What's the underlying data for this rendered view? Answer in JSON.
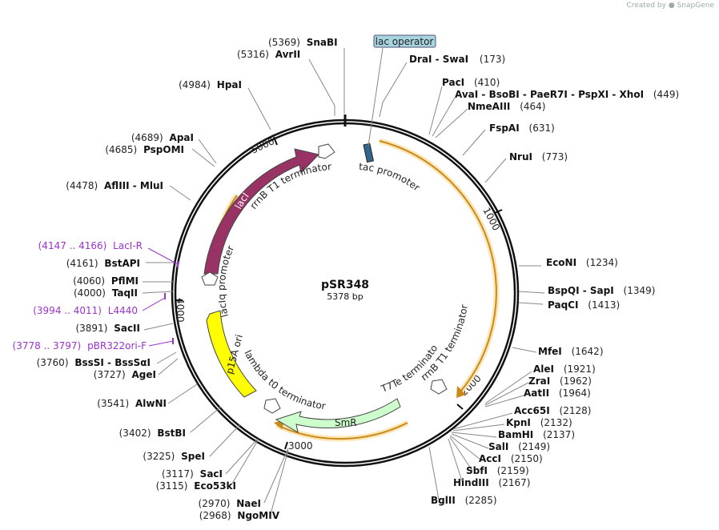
{
  "header": {
    "credit_prefix": "Created by",
    "credit_brand": "SnapGene"
  },
  "plasmid": {
    "name": "pSR348",
    "length_label": "5378 bp",
    "length": 5378
  },
  "ticks": [
    "1000",
    "2000",
    "3000",
    "4000",
    "5000"
  ],
  "operator_label": "lac operator",
  "sites": [
    {
      "pos": "(5369)",
      "names": "SnaBI"
    },
    {
      "pos": "(5316)",
      "names": "AvrII"
    },
    {
      "pos": "(173)",
      "names": "DraI  -  SwaI"
    },
    {
      "pos": "(410)",
      "names": "PacI"
    },
    {
      "pos": "(449)",
      "names": "AvaI  -  BsoBI  -  PaeR7I  -  PspXI  -  XhoI"
    },
    {
      "pos": "(464)",
      "names": "NmeAIII"
    },
    {
      "pos": "(631)",
      "names": "FspAI"
    },
    {
      "pos": "(773)",
      "names": "NruI"
    },
    {
      "pos": "(1234)",
      "names": "EcoNI"
    },
    {
      "pos": "(1349)",
      "names": "BspQI  -  SapI"
    },
    {
      "pos": "(1413)",
      "names": "PaqCI"
    },
    {
      "pos": "(1642)",
      "names": "MfeI"
    },
    {
      "pos": "(1921)",
      "names": "AleI"
    },
    {
      "pos": "(1962)",
      "names": "ZraI"
    },
    {
      "pos": "(1964)",
      "names": "AatII"
    },
    {
      "pos": "(2128)",
      "names": "Acc65I"
    },
    {
      "pos": "(2132)",
      "names": "KpnI"
    },
    {
      "pos": "(2137)",
      "names": "BamHI"
    },
    {
      "pos": "(2149)",
      "names": "SalI"
    },
    {
      "pos": "(2150)",
      "names": "AccI"
    },
    {
      "pos": "(2159)",
      "names": "SbfI"
    },
    {
      "pos": "(2167)",
      "names": "HindIII"
    },
    {
      "pos": "(2285)",
      "names": "BglII"
    },
    {
      "pos": "(4984)",
      "names": "HpaI"
    },
    {
      "pos": "(4689)",
      "names": "ApaI"
    },
    {
      "pos": "(4685)",
      "names": "PspOMI"
    },
    {
      "pos": "(4478)",
      "names": "AflIII  -  MluI"
    },
    {
      "pos": "(4161)",
      "names": "BstAPI"
    },
    {
      "pos": "(4060)",
      "names": "PflMI"
    },
    {
      "pos": "(4000)",
      "names": "TaqII"
    },
    {
      "pos": "(3891)",
      "names": "SacII"
    },
    {
      "pos": "(3760)",
      "names": "BssSI  -  BssSαI"
    },
    {
      "pos": "(3727)",
      "names": "AgeI"
    },
    {
      "pos": "(3541)",
      "names": "AlwNI"
    },
    {
      "pos": "(3402)",
      "names": "BstBI"
    },
    {
      "pos": "(3225)",
      "names": "SpeI"
    },
    {
      "pos": "(3117)",
      "names": "SacI"
    },
    {
      "pos": "(3115)",
      "names": "Eco53kI"
    },
    {
      "pos": "(2970)",
      "names": "NaeI"
    },
    {
      "pos": "(2968)",
      "names": "NgoMIV"
    }
  ],
  "primers": [
    {
      "range": "(4147 .. 4166)",
      "name": "LacI-R"
    },
    {
      "range": "(3994 .. 4011)",
      "name": "L4440"
    },
    {
      "range": "(3778 .. 3797)",
      "name": "pBR322ori-F"
    }
  ],
  "features": [
    {
      "name": "lacI",
      "color": "#993366"
    },
    {
      "name": "p15A ori",
      "color": "#ffff00"
    },
    {
      "name": "SmR",
      "color": "#ccffcc"
    },
    {
      "name": "rrnB T1 terminator",
      "color": "#ffffff"
    },
    {
      "name": "tac promoter",
      "color": "#ffffff"
    },
    {
      "name": "lacIq promoter",
      "color": "#ffffff"
    },
    {
      "name": "lambda t0 terminator",
      "color": "#ffffff"
    },
    {
      "name": "T7Te terminator",
      "color": "#ffffff"
    },
    {
      "name": "rrnB T1 terminator",
      "color": "#ffffff"
    }
  ],
  "colors": {
    "orf_arc": "#e8a020",
    "orf_glow": "#fde6b8",
    "primer": "#9933cc",
    "operator_box": "#a8d4e0"
  }
}
